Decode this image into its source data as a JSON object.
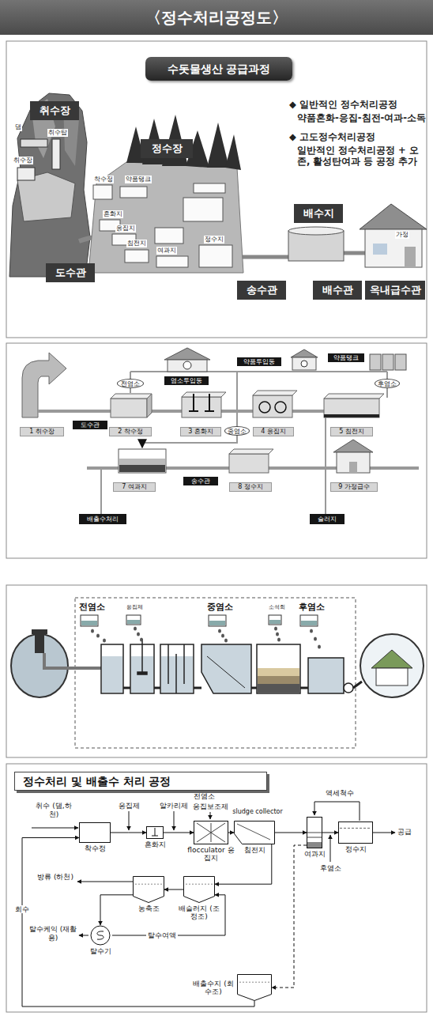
{
  "diagram": {
    "title": "〈정수처리공정도〉",
    "nodes": [
      {
        "text": [
          "수돗물생산 공급과정"
        ]
      },
      {
        "text": [
          "취수장"
        ]
      },
      {
        "text": [
          "정수장"
        ]
      },
      {
        "text": [
          "배수지"
        ]
      },
      {
        "text": [
          "도수관"
        ]
      },
      {
        "text": [
          "송수관"
        ]
      },
      {
        "text": [
          "배수관"
        ]
      },
      {
        "text": [
          "옥내급수관"
        ]
      },
      {
        "text": [
          "약품탱크"
        ]
      },
      {
        "text": [
          "약품투입동"
        ]
      },
      {
        "text": [
          "염소투입동"
        ]
      },
      {
        "text": [
          "전염소"
        ]
      },
      {
        "text": [
          "후염소"
        ]
      },
      {
        "text": [
          "도수관"
        ]
      },
      {
        "text": [
          "중염소"
        ]
      },
      {
        "text": [
          "1 취수장"
        ]
      },
      {
        "text": [
          "2 착수정"
        ]
      },
      {
        "text": [
          "3 혼화지"
        ]
      },
      {
        "text": [
          "4 응집지"
        ]
      },
      {
        "text": [
          "5 침전지"
        ]
      },
      {
        "text": [
          "7 여과지"
        ]
      },
      {
        "text": [
          "송수관"
        ]
      },
      {
        "text": [
          "8 정수지"
        ]
      },
      {
        "text": [
          "9 가정급수"
        ]
      },
      {
        "text": [
          "배출수처리"
        ]
      },
      {
        "text": [
          "슬러지"
        ]
      },
      {
        "text": [
          "정수처리 및 배출수 처리 공정"
        ]
      },
      {
        "text": [
          "착수정"
        ]
      },
      {
        "text": [
          "혼화지"
        ]
      },
      {
        "text": [
          "flocculator 응집지"
        ]
      },
      {
        "text": [
          "침전지"
        ]
      },
      {
        "text": [
          "여과지"
        ]
      },
      {
        "text": [
          "정수지"
        ]
      },
      {
        "text": [
          "배슬러지 (조정조)"
        ]
      },
      {
        "text": [
          "농축조"
        ]
      },
      {
        "text": [
          "탈수기"
        ]
      },
      {
        "text": [
          "배출수지 (회수조)"
        ]
      }
    ],
    "edges": [
      {
        "from": 27,
        "to": 28,
        "arrow": "to"
      },
      {
        "from": 28,
        "to": 29,
        "arrow": "to"
      },
      {
        "from": 29,
        "to": 30,
        "arrow": "to"
      },
      {
        "from": 30,
        "to": 31,
        "arrow": "to"
      },
      {
        "from": 31,
        "to": 32,
        "arrow": "to"
      },
      {
        "from": 30,
        "to": 33,
        "arrow": "to"
      },
      {
        "from": 33,
        "to": 34,
        "arrow": "to"
      },
      {
        "from": 34,
        "to": 35,
        "arrow": "to"
      },
      {
        "from": 35,
        "to": 33,
        "label": "탈수여액",
        "arrow": "to"
      },
      {
        "from": 31,
        "to": 36,
        "arrow": "to"
      },
      {
        "from": 36,
        "to": 27,
        "label": "회수",
        "arrow": "to"
      }
    ],
    "labels": [
      "댐",
      "취수탑",
      "취수장",
      "착수정",
      "약품탱크",
      "혼화지",
      "응집지",
      "침전지",
      "여과지",
      "정수지",
      "가정",
      "◆ 일반적인 정수처리공정",
      "약품혼화-응집-침전-여과-소독",
      "◆ 고도정수처리공정",
      "일반적인 정수처리공정 + 오존, 활성탄여과 등 공정 추가",
      "전염소",
      "응집제",
      "중염소",
      "소석회",
      "후염소",
      "취수 (댐,하천)",
      "응집제",
      "알카리제",
      "전염소",
      "응집보조제",
      "sludge collector",
      "역세척수",
      "공급",
      "방류 (하천)",
      "후염소",
      "탈수케익 (재활용)"
    ]
  }
}
